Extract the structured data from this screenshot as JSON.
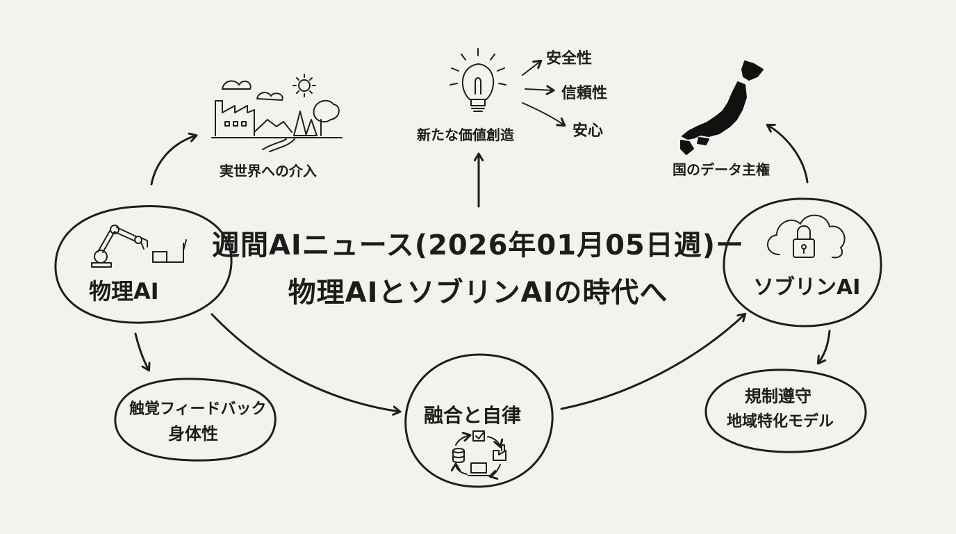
{
  "title": {
    "line1": "週間AIニュース(2026年01月05日週)ー",
    "line2": "物理AIとソブリンAIの時代へ"
  },
  "nodes": {
    "physical_ai": "物理AI",
    "sovereign_ai": "ソブリンAI",
    "fusion": "融合と自律",
    "tactile_line1": "触覚フィードバック",
    "tactile_line2": "身体性",
    "compliance_line1": "規制遵守",
    "compliance_line2": "地域特化モデル",
    "real_world": "実世界への介入",
    "value_creation": "新たな価値創造",
    "data_sovereignty": "国のデータ主権"
  },
  "values": {
    "safety": "安全性",
    "reliability": "信頼性",
    "peace_of_mind": "安心"
  },
  "icons": [
    "robot-arm-icon",
    "cloud-lock-icon",
    "lightbulb-icon",
    "landscape-factory-icon",
    "japan-map-icon",
    "cycle-icon"
  ]
}
